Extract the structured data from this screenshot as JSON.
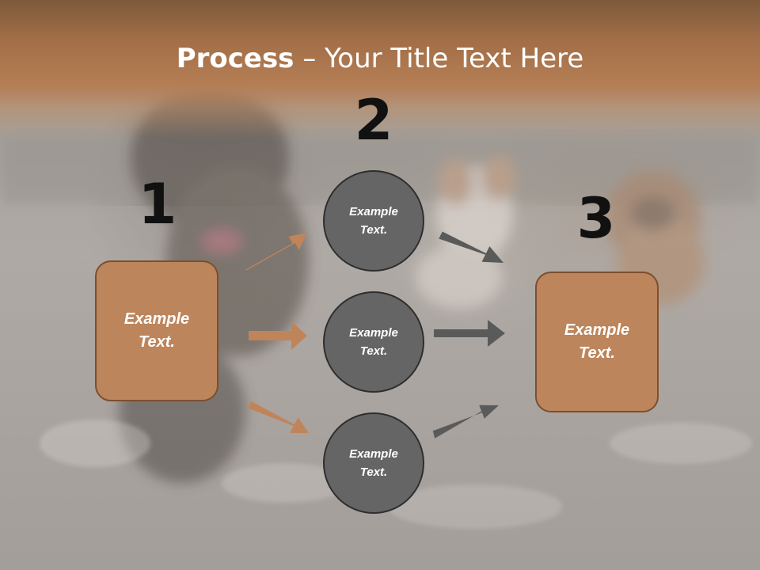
{
  "title": {
    "bold": "Process",
    "rest": " – Your Title Text Here"
  },
  "steps": [
    {
      "number": "1",
      "text": "Example Text."
    },
    {
      "number": "2",
      "texts": [
        "Example Text.",
        "Example Text.",
        "Example Text."
      ]
    },
    {
      "number": "3",
      "text": "Example Text."
    }
  ],
  "colors": {
    "title_band": "#b57e55",
    "box_fill": "#bd855b",
    "box_border": "#7b4f2f",
    "circle_fill": "#656565",
    "circle_border": "#2e2e2e",
    "orange_arrow": "#c0845a",
    "gray_arrow": "#5a5a5a"
  }
}
